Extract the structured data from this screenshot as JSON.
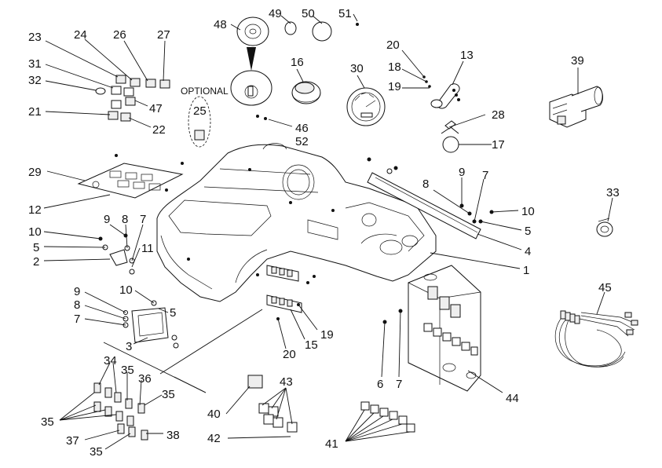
{
  "optional_label": "OPTIONAL",
  "callouts": {
    "c1": "1",
    "c2": "2",
    "c3": "3",
    "c4": "4",
    "c5a": "5",
    "c5b": "5",
    "c5c": "5",
    "c6": "6",
    "c7a": "7",
    "c7b": "7",
    "c7c": "7",
    "c7d": "7",
    "c8a": "8",
    "c8b": "8",
    "c8c": "8",
    "c9a": "9",
    "c9b": "9",
    "c9c": "9",
    "c10a": "10",
    "c10b": "10",
    "c10c": "10",
    "c11": "11",
    "c12": "12",
    "c13": "13",
    "c15": "15",
    "c16": "16",
    "c17": "17",
    "c18": "18",
    "c19a": "19",
    "c19b": "19",
    "c20a": "20",
    "c20b": "20",
    "c21": "21",
    "c22": "22",
    "c23": "23",
    "c24": "24",
    "c25": "25",
    "c26": "26",
    "c27": "27",
    "c28": "28",
    "c29": "29",
    "c30": "30",
    "c31": "31",
    "c32": "32",
    "c33": "33",
    "c34": "34",
    "c35a": "35",
    "c35b": "35",
    "c35c": "35",
    "c35d": "35",
    "c36": "36",
    "c37": "37",
    "c38": "38",
    "c39": "39",
    "c40": "40",
    "c41": "41",
    "c42": "42",
    "c43": "43",
    "c44": "44",
    "c45": "45",
    "c46": "46",
    "c47": "47",
    "c48": "48",
    "c49": "49",
    "c50": "50",
    "c51": "51",
    "c52": "52"
  }
}
